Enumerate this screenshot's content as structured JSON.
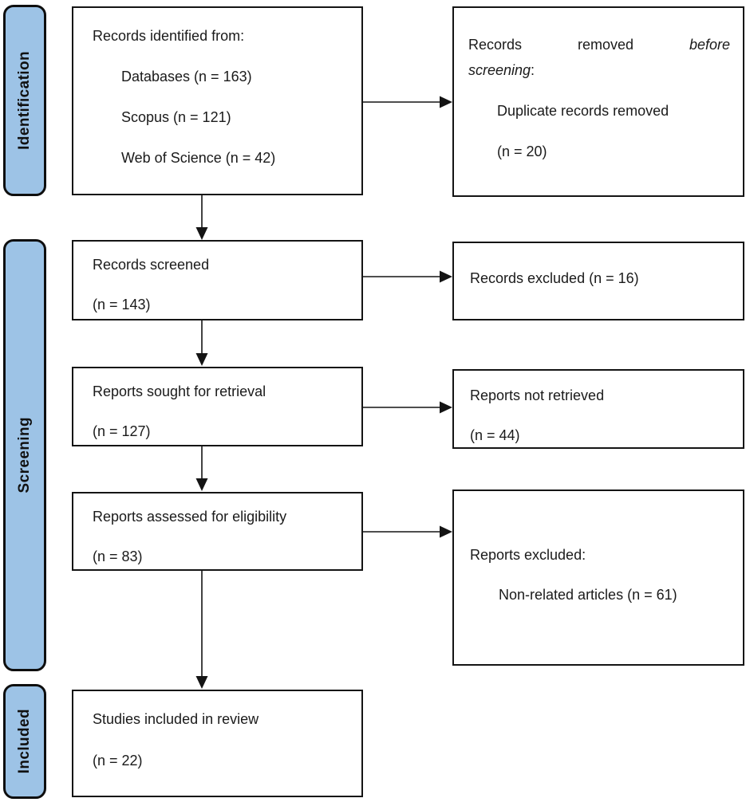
{
  "palette": {
    "stage_fill": "#9dc3e6",
    "stage_border": "#0e0e0e",
    "box_border": "#141414",
    "text": "#1a1a1a",
    "background": "#ffffff"
  },
  "stages": [
    {
      "label": "Identification"
    },
    {
      "label": "Screening"
    },
    {
      "label": "Included"
    }
  ],
  "boxes": {
    "records_identified": {
      "title": "Records identified from:",
      "items": [
        "Databases (n = 163)",
        "Scopus (n = 121)",
        "Web of Science (n = 42)"
      ]
    },
    "records_removed": {
      "w1": "Records",
      "w2": "removed",
      "w3_italic": "before",
      "line2_italic": "screening",
      "line2_colon": ":",
      "item": "Duplicate records removed",
      "count": "(n = 20)"
    },
    "records_screened": {
      "title": "Records screened",
      "count": "(n = 143)"
    },
    "records_excluded": {
      "text": "Records excluded (n = 16)"
    },
    "reports_sought": {
      "title": "Reports sought for retrieval",
      "count": "(n = 127)"
    },
    "reports_not_retrieved": {
      "title": "Reports not retrieved",
      "count": "(n = 44)"
    },
    "reports_assessed": {
      "title": "Reports assessed for eligibility",
      "count": "(n = 83)"
    },
    "reports_excluded": {
      "title": "Reports excluded:",
      "item": "Non-related articles (n = 61)"
    },
    "studies_included": {
      "title": "Studies included in review",
      "count": "(n = 22)"
    }
  }
}
